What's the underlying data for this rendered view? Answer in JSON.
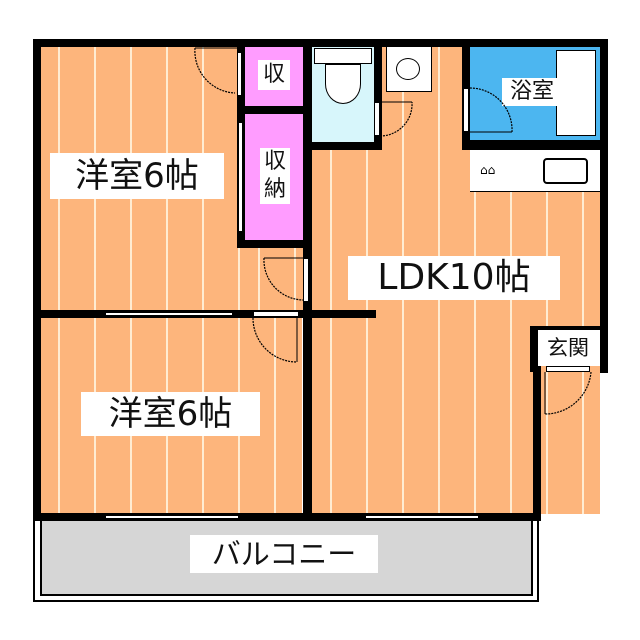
{
  "floorplan": {
    "rooms": [
      {
        "id": "bedroom-1",
        "label": "洋室6帖",
        "type": "western-room",
        "size_jo": 6
      },
      {
        "id": "bedroom-2",
        "label": "洋室6帖",
        "type": "western-room",
        "size_jo": 6
      },
      {
        "id": "ldk",
        "label": "LDK10帖",
        "type": "living-dining-kitchen",
        "size_jo": 10
      },
      {
        "id": "storage-small",
        "label": "収",
        "type": "storage"
      },
      {
        "id": "closet",
        "label": "収納",
        "type": "closet"
      },
      {
        "id": "bathroom",
        "label": "浴室",
        "type": "bathroom"
      },
      {
        "id": "entrance",
        "label": "玄関",
        "type": "entrance"
      },
      {
        "id": "balcony",
        "label": "バルコニー",
        "type": "balcony"
      }
    ],
    "labels": {
      "bedroom_1": "洋室6帖",
      "bedroom_2": "洋室6帖",
      "ldk": "LDK10帖",
      "storage_small": "収",
      "closet_top": "収",
      "closet_bottom": "納",
      "bathroom": "浴室",
      "entrance": "玄関",
      "balcony": "バルコニー"
    },
    "fixtures": [
      "toilet-icon",
      "washing-machine-icon",
      "bathtub-icon",
      "stove-icon",
      "sink-icon"
    ],
    "colors": {
      "floor": "#fdb57c",
      "closet": "#ff9cff",
      "toilet_room": "#d7f6fb",
      "bathroom": "#4cb6f0",
      "balcony": "#d6d6d6",
      "wall": "#000000"
    }
  }
}
